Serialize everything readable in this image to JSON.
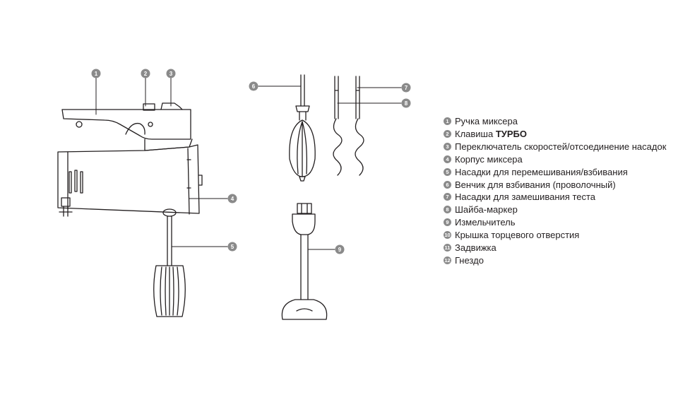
{
  "callouts": [
    "1",
    "2",
    "3",
    "4",
    "5",
    "6",
    "7",
    "8",
    "9"
  ],
  "legend": [
    {
      "num": "1",
      "text": "Ручка миксера",
      "bold": ""
    },
    {
      "num": "2",
      "text": "Клавиша ",
      "bold": "ТУРБО"
    },
    {
      "num": "3",
      "text": "Переключатель скоростей/отсоединение насадок",
      "bold": ""
    },
    {
      "num": "4",
      "text": "Корпус миксера",
      "bold": ""
    },
    {
      "num": "5",
      "text": "Насадки для перемешивания/взбивания",
      "bold": ""
    },
    {
      "num": "6",
      "text": "Венчик для взбивания (проволочный)",
      "bold": ""
    },
    {
      "num": "7",
      "text": "Насадки для замешивания теста",
      "bold": ""
    },
    {
      "num": "8",
      "text": "Шайба-маркер",
      "bold": ""
    },
    {
      "num": "9",
      "text": "Измельчитель",
      "bold": ""
    },
    {
      "num": "10",
      "text": "Крышка торцевого отверстия",
      "bold": ""
    },
    {
      "num": "11",
      "text": "Задвижка",
      "bold": ""
    },
    {
      "num": "12",
      "text": "Гнездо",
      "bold": ""
    }
  ],
  "colors": {
    "line": "#231f20",
    "callout": "#8a8a8a",
    "background": "#ffffff"
  }
}
